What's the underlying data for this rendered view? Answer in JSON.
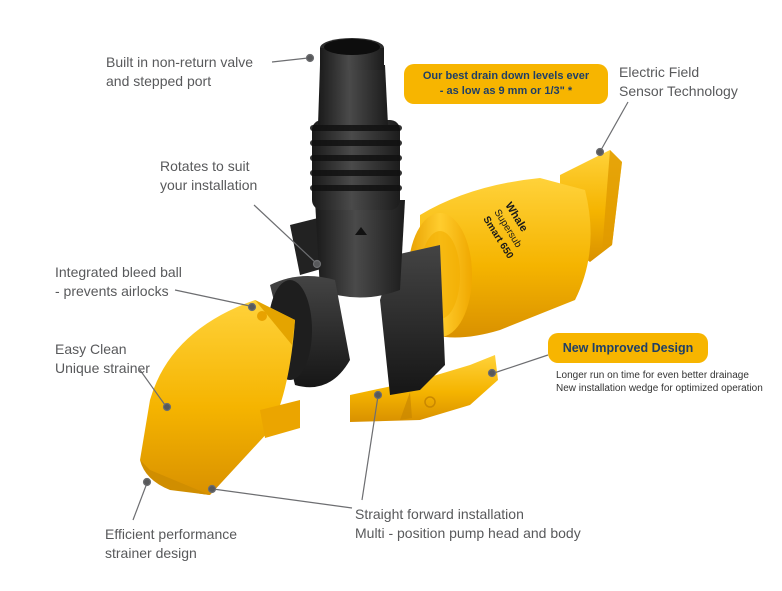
{
  "callouts": {
    "valve": {
      "line1": "Built in non-return valve",
      "line2": "and stepped port"
    },
    "rotates": {
      "line1": "Rotates to suit",
      "line2": "your installation"
    },
    "bleed": {
      "line1": "Integrated bleed ball",
      "line2": "- prevents airlocks"
    },
    "strainer": {
      "line1": "Easy Clean",
      "line2": "Unique strainer"
    },
    "efficient": {
      "line1": "Efficient performance",
      "line2": "strainer design"
    },
    "install": {
      "line1": "Straight forward installation",
      "line2": "Multi - position pump head and body"
    },
    "sensor": {
      "line1": "Electric Field",
      "line2": "Sensor Technology"
    }
  },
  "highlight": {
    "drain": {
      "line1": "Our best drain down levels ever",
      "line2": "- as low as 9 mm or 1/3\" *"
    },
    "improved": {
      "title": "New Improved Design",
      "note1": "Longer run on time for even better drainage",
      "note2": "New installation wedge for optimized operation"
    }
  },
  "product_marking": {
    "brand": "Whale",
    "model_line1": "Supersub",
    "model_line2": "Smart 650"
  },
  "colors": {
    "accent": "#f7b500",
    "label_text": "#58595b",
    "pill_text": "#1f3f66",
    "pump_yellow": "#f5b800",
    "pump_black": "#2a2a2a"
  }
}
